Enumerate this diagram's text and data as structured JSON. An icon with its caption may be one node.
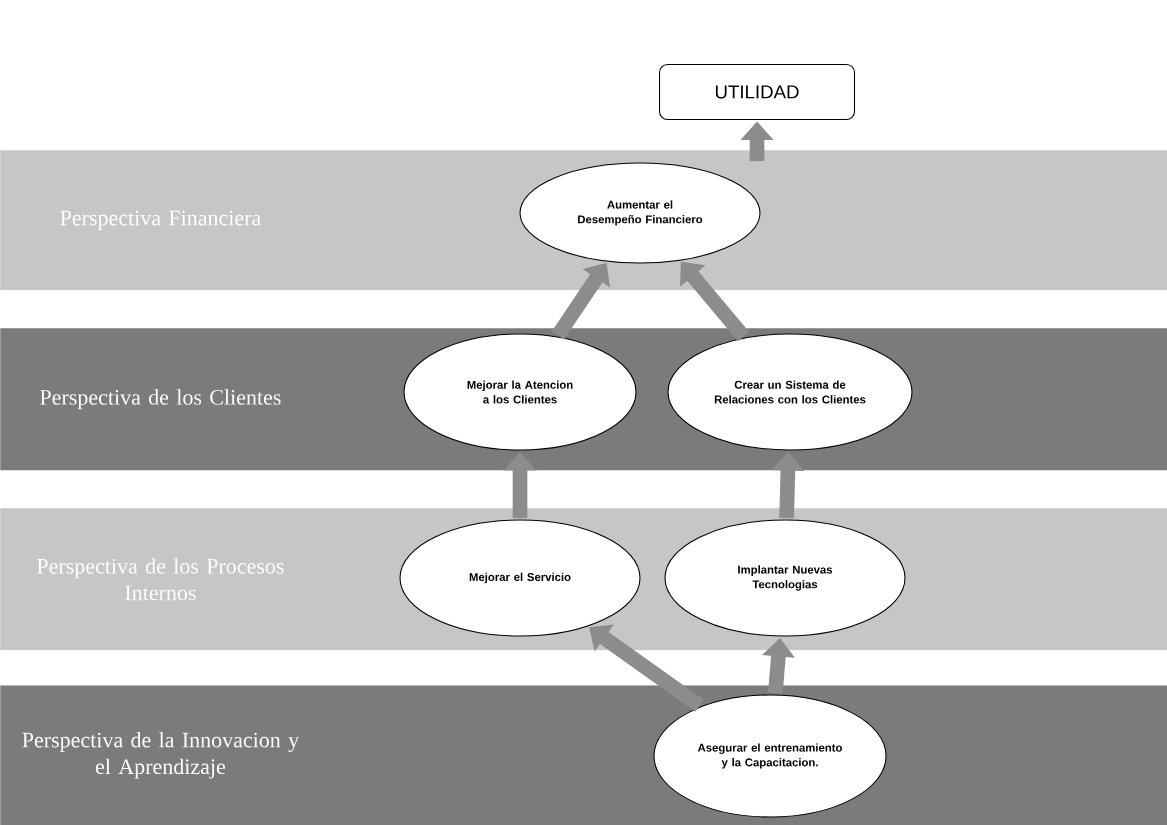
{
  "diagram": {
    "nodes": [
      {
        "text": [
          "UTILIDAD"
        ]
      },
      {
        "text": [
          "Perspectiva Financiera"
        ]
      },
      {
        "text": [
          "Aumentar el Desempeño Financiero"
        ],
        "in": 1
      },
      {
        "text": [
          "Perspectiva de los Clientes"
        ]
      },
      {
        "text": [
          "Mejorar la Atencion a los Clientes"
        ],
        "in": 3
      },
      {
        "text": [
          "Crear un Sistema de Relaciones con los Clientes"
        ],
        "in": 3
      },
      {
        "text": [
          "Perspectiva de los Procesos Internos"
        ]
      },
      {
        "text": [
          "Mejorar el Servicio"
        ],
        "in": 6
      },
      {
        "text": [
          "Implantar Nuevas Tecnologias"
        ],
        "in": 6
      },
      {
        "text": [
          "Perspectiva de la Innovacion y el Aprendizaje"
        ]
      },
      {
        "text": [
          "Asegurar el entrenamiento y la Capacitacion."
        ],
        "in": 9
      }
    ],
    "edges": [
      {
        "from": 2,
        "to": 0,
        "arrow": "to"
      },
      {
        "from": 4,
        "to": 2,
        "arrow": "to"
      },
      {
        "from": 5,
        "to": 2,
        "arrow": "to"
      },
      {
        "from": 7,
        "to": 4,
        "arrow": "to"
      },
      {
        "from": 8,
        "to": 5,
        "arrow": "to"
      },
      {
        "from": 10,
        "to": 7,
        "arrow": "to"
      },
      {
        "from": 10,
        "to": 8,
        "arrow": "to"
      }
    ]
  }
}
